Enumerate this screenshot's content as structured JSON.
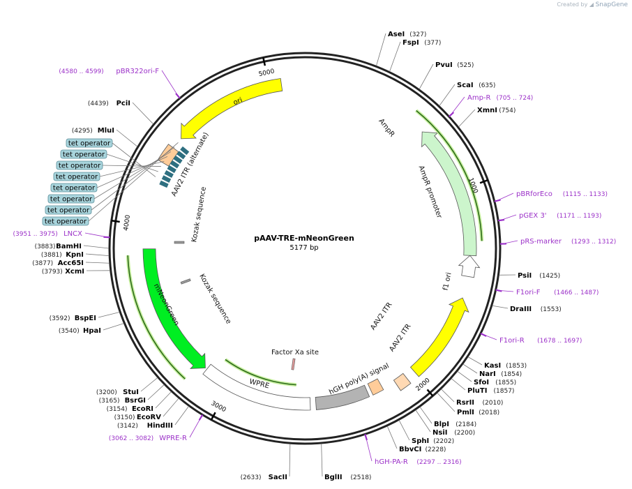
{
  "brand": {
    "created_by": "Created by",
    "app": "SnapGene"
  },
  "plasmid": {
    "name": "pAAV-TRE-mNeonGreen",
    "length_label": "5177 bp",
    "length": 5177
  },
  "ticks": [
    {
      "label": "1000",
      "pos": 1000
    },
    {
      "label": "2000",
      "pos": 2000
    },
    {
      "label": "3000",
      "pos": 3000
    },
    {
      "label": "4000",
      "pos": 4000
    },
    {
      "label": "5000",
      "pos": 5000
    }
  ],
  "features": [
    {
      "name": "AmpR",
      "start": 650,
      "end": 1330,
      "ring": "inner",
      "color": "#ccf5cc",
      "arrow": "ccw"
    },
    {
      "name": "AmpR promoter",
      "start": 1330,
      "end": 1435,
      "ring": "inner",
      "color": "#ffffff",
      "arrow": "ccw"
    },
    {
      "name": "ori",
      "start": 4480,
      "end": 5060,
      "ring": "inner",
      "color": "#ffff00",
      "arrow": "ccw"
    },
    {
      "name": "f1 ori",
      "start": 1545,
      "end": 1990,
      "ring": "inner",
      "color": "#ffff00",
      "arrow": "ccw"
    },
    {
      "name": "AAV2 ITR",
      "start": 2040,
      "end": 2100,
      "ring": "inner",
      "color": "#ffd9b3",
      "arrow": "none"
    },
    {
      "name": "AAV2 ITR",
      "start": 2170,
      "end": 2230,
      "ring": "outer",
      "color": "#ffcc99",
      "arrow": "none"
    },
    {
      "name": "hGH poly(A) signal",
      "start": 2250,
      "end": 2530,
      "ring": "outer",
      "color": "#b3b3b3",
      "arrow": "none"
    },
    {
      "name": "WPRE",
      "start": 2560,
      "end": 3150,
      "ring": "outer",
      "color": "#ffffff",
      "arrow": "none"
    },
    {
      "name": "mNeonGreen",
      "start": 3160,
      "end": 3880,
      "ring": "outer",
      "color": "#00ee22",
      "arrow": "ccw"
    },
    {
      "name": "AAV2 ITR (alternate)",
      "start": 4330,
      "end": 4420,
      "ring": "inner",
      "color": "#ffcc99",
      "arrow": "none"
    }
  ],
  "tet_operators": [
    "tet operator",
    "tet operator",
    "tet operator",
    "tet operator",
    "tet operator",
    "tet operator",
    "tet operator",
    "tet operator"
  ],
  "inner_labels": [
    {
      "name": "Kozak sequence"
    },
    {
      "name": "Kozak sequence"
    },
    {
      "name": "Factor Xa site"
    }
  ],
  "enzymes": [
    {
      "name": "AseI",
      "pos_label": "(327)",
      "side": "right"
    },
    {
      "name": "FspI",
      "pos_label": "(377)",
      "side": "right"
    },
    {
      "name": "PvuI",
      "pos_label": "(525)",
      "side": "right"
    },
    {
      "name": "ScaI",
      "pos_label": "(635)",
      "side": "right"
    },
    {
      "name": "XmnI",
      "pos_label": "(754)",
      "side": "right"
    },
    {
      "name": "PsiI",
      "pos_label": "(1425)",
      "side": "right"
    },
    {
      "name": "DraIII",
      "pos_label": "(1553)",
      "side": "right"
    },
    {
      "name": "KasI",
      "pos_label": "(1853)",
      "side": "right"
    },
    {
      "name": "NarI",
      "pos_label": "(1854)",
      "side": "right"
    },
    {
      "name": "SfoI",
      "pos_label": "(1855)",
      "side": "right"
    },
    {
      "name": "PluTI",
      "pos_label": "(1857)",
      "side": "right"
    },
    {
      "name": "RsrII",
      "pos_label": "(2010)",
      "side": "right"
    },
    {
      "name": "PmlI",
      "pos_label": "(2018)",
      "side": "right"
    },
    {
      "name": "BlpI",
      "pos_label": "(2184)",
      "side": "right"
    },
    {
      "name": "NsiI",
      "pos_label": "(2200)",
      "side": "right"
    },
    {
      "name": "SphI",
      "pos_label": "(2202)",
      "side": "right"
    },
    {
      "name": "BbvCI",
      "pos_label": "(2228)",
      "side": "right"
    },
    {
      "name": "BglII",
      "pos_label": "(2518)",
      "side": "right"
    },
    {
      "name": "SacII",
      "pos_label": "(2633)",
      "side": "left"
    },
    {
      "name": "HindIII",
      "pos_label": "(3142)",
      "side": "left"
    },
    {
      "name": "EcoRV",
      "pos_label": "(3150)",
      "side": "left"
    },
    {
      "name": "EcoRI",
      "pos_label": "(3154)",
      "side": "left"
    },
    {
      "name": "BsrGI",
      "pos_label": "(3165)",
      "side": "left"
    },
    {
      "name": "StuI",
      "pos_label": "(3200)",
      "side": "left"
    },
    {
      "name": "HpaI",
      "pos_label": "(3540)",
      "side": "left"
    },
    {
      "name": "BspEI",
      "pos_label": "(3592)",
      "side": "left"
    },
    {
      "name": "XcmI",
      "pos_label": "(3793)",
      "side": "left"
    },
    {
      "name": "Acc65I",
      "pos_label": "(3877)",
      "side": "left"
    },
    {
      "name": "KpnI",
      "pos_label": "(3881)",
      "side": "left"
    },
    {
      "name": "BamHI",
      "pos_label": "(3883)",
      "side": "left"
    },
    {
      "name": "MluI",
      "pos_label": "(4295)",
      "side": "left"
    },
    {
      "name": "PciI",
      "pos_label": "(4439)",
      "side": "left"
    }
  ],
  "primers": [
    {
      "name": "Amp-R",
      "pos_label": "(705 .. 724)",
      "side": "right"
    },
    {
      "name": "pBRforEco",
      "pos_label": "(1115 .. 1133)",
      "side": "right"
    },
    {
      "name": "pGEX 3'",
      "pos_label": "(1171 .. 1193)",
      "side": "right"
    },
    {
      "name": "pRS-marker",
      "pos_label": "(1293 .. 1312)",
      "side": "right"
    },
    {
      "name": "F1ori-F",
      "pos_label": "(1466 .. 1487)",
      "side": "right"
    },
    {
      "name": "F1ori-R",
      "pos_label": "(1678 .. 1697)",
      "side": "right"
    },
    {
      "name": "hGH-PA-R",
      "pos_label": "(2297 .. 2316)",
      "side": "right"
    },
    {
      "name": "WPRE-R",
      "pos_label": "(3062 .. 3082)",
      "side": "left"
    },
    {
      "name": "LNCX",
      "pos_label": "(3951 .. 3975)",
      "side": "left"
    },
    {
      "name": "pBR322ori-F",
      "pos_label": "(4580 .. 4599)",
      "side": "left"
    }
  ]
}
